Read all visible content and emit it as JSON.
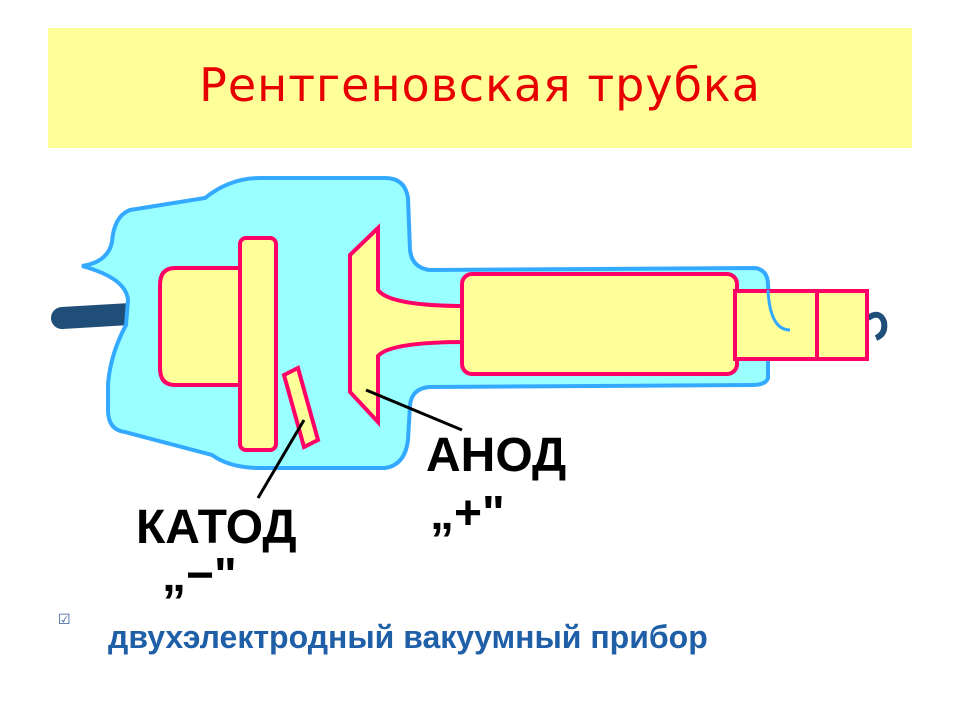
{
  "title": "Рентгеновская трубка",
  "labels": {
    "cathode": "КАТОД",
    "cathode_sign": "„−\"",
    "anode": "АНОД",
    "anode_sign": "„+\""
  },
  "caption": "двухэлектродный вакуумный прибор",
  "bullet_icon": "checkbox-icon",
  "colors": {
    "title": "#e80000",
    "title_band": "#ffff99",
    "glass": "#99ffff",
    "glass_outline": "#33aaff",
    "electrode_fill": "#ffff99",
    "electrode_outline": "#ff0066",
    "cable": "#1f4e78",
    "caption": "#1f5fa8"
  }
}
